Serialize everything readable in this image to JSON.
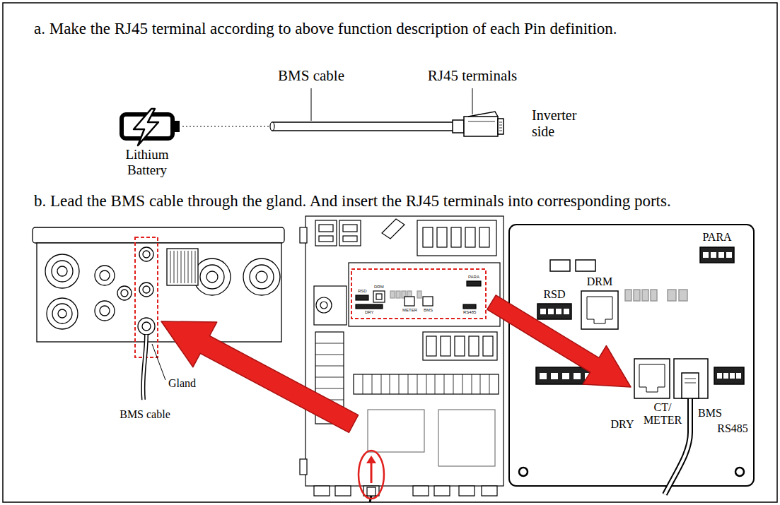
{
  "diagram": {
    "labels": [
      "a. Make the RJ45 terminal according to above function description of each Pin definition.",
      "BMS cable",
      "RJ45 terminals",
      "Lithium Battery",
      "Inverter side",
      "b. Lead the BMS cable through the gland. And insert the RJ45 terminals into corresponding ports.",
      "Gland",
      "BMS cable",
      "RSD",
      "DRM",
      "PARA",
      "DRY",
      "METER",
      "BMS",
      "RS485",
      "PARA",
      "RSD",
      "DRM",
      "DRY",
      "CT/ METER",
      "BMS",
      "RS485"
    ]
  }
}
